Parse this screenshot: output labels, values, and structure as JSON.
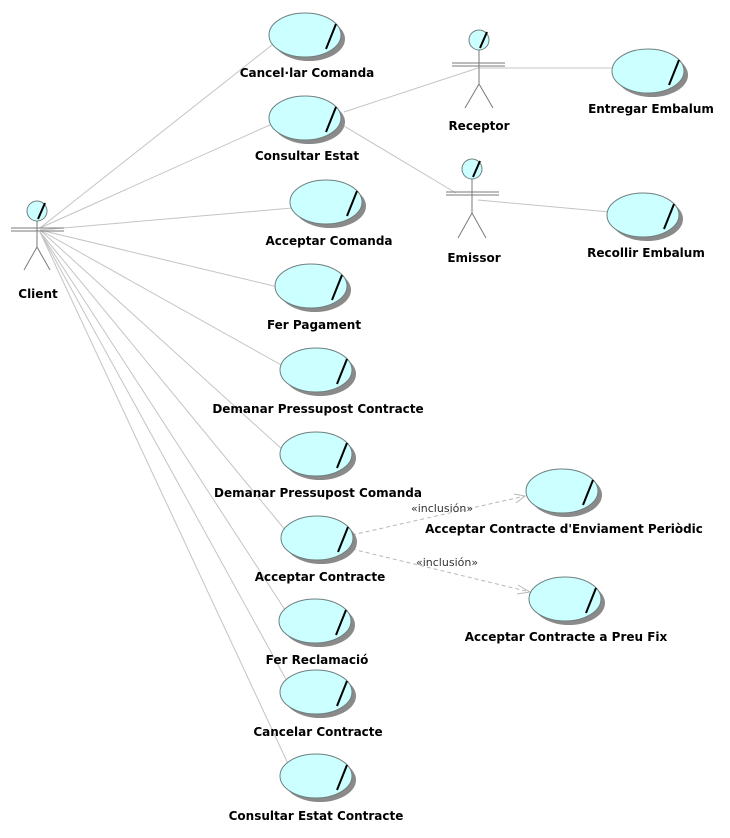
{
  "diagram": {
    "actors": {
      "client": "Client",
      "receptor": "Receptor",
      "emissor": "Emissor"
    },
    "use_cases": {
      "cancelar_comanda": "Cancel·lar Comanda",
      "consultar_estat": "Consultar Estat",
      "acceptar_comanda": "Acceptar Comanda",
      "fer_pagament": "Fer Pagament",
      "demanar_pressupost_contracte": "Demanar Pressupost Contracte",
      "demanar_pressupost_comanda": "Demanar Pressupost Comanda",
      "acceptar_contracte": "Acceptar Contracte",
      "fer_reclamacio": "Fer Reclamació",
      "cancelar_contracte": "Cancelar Contracte",
      "consultar_estat_contracte": "Consultar Estat Contracte",
      "entregar_embalum": "Entregar Embalum",
      "recollir_embalum": "Recollir Embalum",
      "acceptar_contracte_periodic": "Acceptar Contracte d'Enviament Periòdic",
      "acceptar_contracte_preu_fix": "Acceptar Contracte a Preu Fix"
    },
    "stereotypes": {
      "inclusion_1": "«inclusión»",
      "inclusion_2": "«inclusión»"
    },
    "colors": {
      "use_case_fill": "#ccffff",
      "line": "#c4c4c4"
    }
  }
}
